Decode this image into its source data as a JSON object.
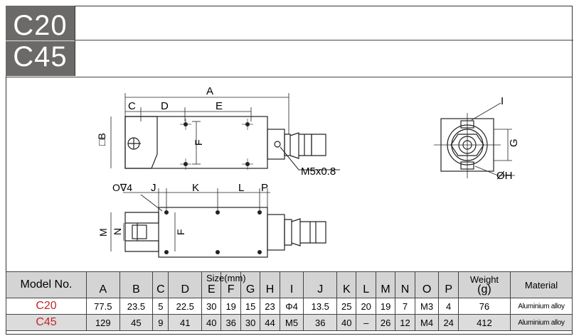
{
  "header": {
    "model_line1": "C20",
    "model_line2": "C45"
  },
  "drawing": {
    "dims": {
      "A": "A",
      "C": "C",
      "D": "D",
      "E": "E",
      "B": "□B",
      "F": "F",
      "F2": "F",
      "I": "I",
      "G": "G",
      "H": "ØH",
      "M5": "M5x0.8",
      "O": "O∇4",
      "J": "J",
      "K": "K",
      "L": "L",
      "P": "P",
      "M": "M",
      "N": "N"
    }
  },
  "table": {
    "model_label": "Model No.",
    "size_label": "Size(mm)",
    "letters": [
      "A",
      "B",
      "C",
      "D",
      "E",
      "F",
      "G",
      "H",
      "I",
      "J",
      "K",
      "L",
      "M",
      "N",
      "O",
      "P"
    ],
    "weight_label": "Weight",
    "weight_unit": "(g)",
    "material_label": "Material",
    "rows": [
      {
        "model": "C20",
        "values": [
          "77.5",
          "23.5",
          "5",
          "22.5",
          "30",
          "19",
          "15",
          "23",
          "Φ4",
          "13.5",
          "25",
          "20",
          "19",
          "7",
          "M3",
          "4"
        ],
        "weight": "76",
        "material": "Aluminium alloy"
      },
      {
        "model": "C45",
        "values": [
          "129",
          "45",
          "9",
          "41",
          "40",
          "36",
          "30",
          "44",
          "M5",
          "36",
          "40",
          "–",
          "26",
          "12",
          "M4",
          "24"
        ],
        "weight": "412",
        "material": "Aluminium alloy"
      }
    ]
  }
}
